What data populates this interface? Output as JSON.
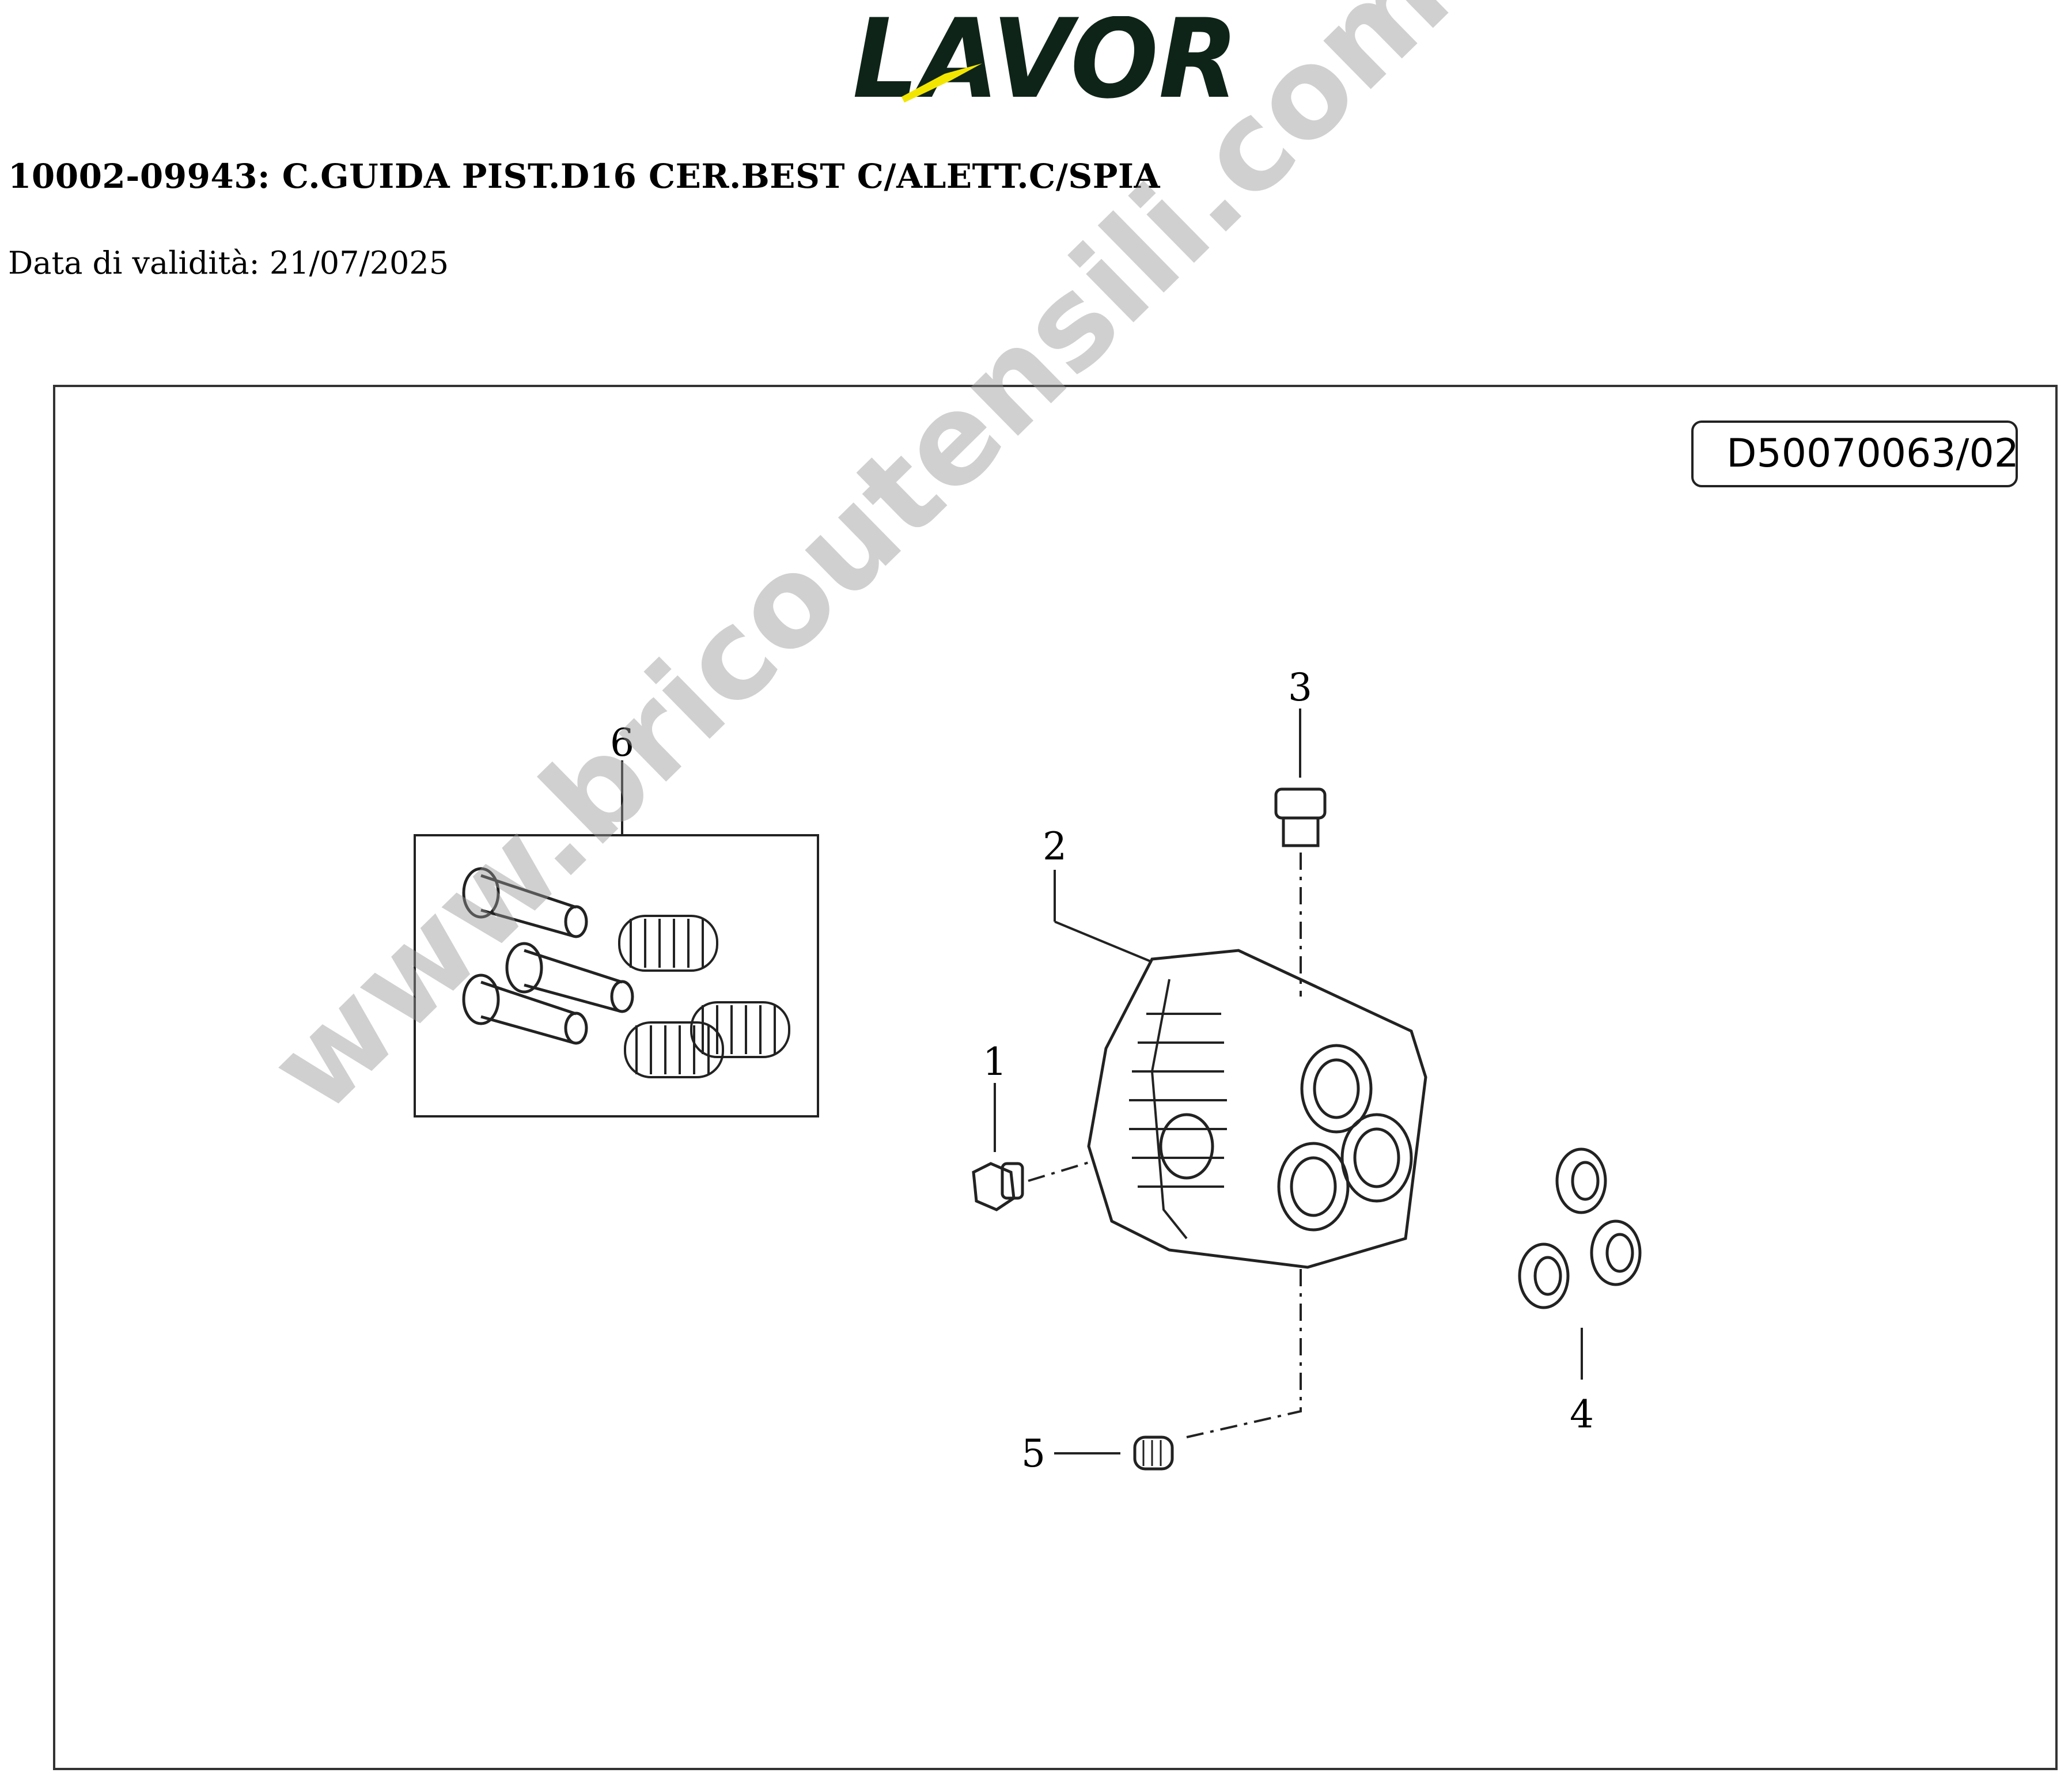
{
  "header": {
    "logo_text": "LAVOR",
    "brand_colors": {
      "text": "#0f2418",
      "accent": "#f2e600"
    },
    "title": "10002-09943: C.GUIDA PIST.D16 CER.BEST C/ALETT.C/SPIA",
    "validity": "Data di validità: 21/07/2025"
  },
  "diagram": {
    "code": "D50070063/02",
    "callouts": [
      "1",
      "2",
      "3",
      "4",
      "5",
      "6"
    ],
    "watermark": "www.bricoutensili.com"
  }
}
